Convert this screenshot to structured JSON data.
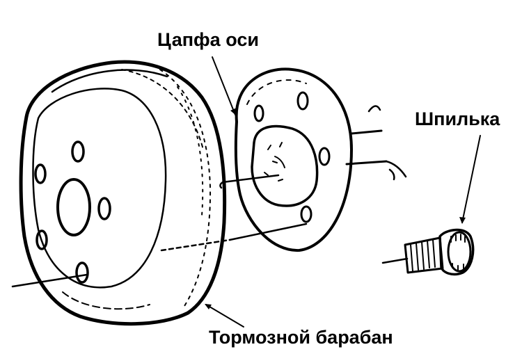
{
  "labels": {
    "axle_journal": "Цапфа оси",
    "stud": "Шпилька",
    "brake_drum": "Тормозной барабан"
  },
  "icons": {
    "drum": "brake-drum-icon",
    "hub": "axle-hub-icon",
    "stud": "wheel-stud-icon"
  },
  "colors": {
    "ink": "#000000",
    "background": "#ffffff"
  }
}
